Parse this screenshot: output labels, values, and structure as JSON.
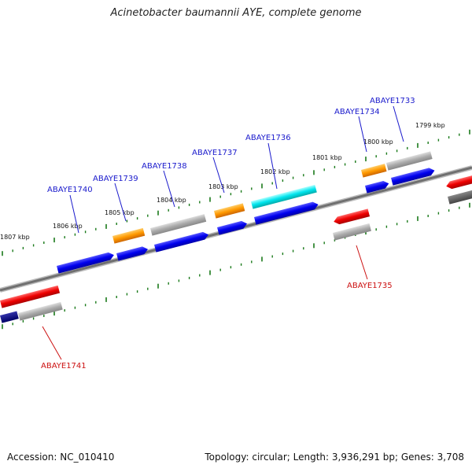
{
  "header": {
    "title": "Acinetobacter baumannii AYE, complete genome"
  },
  "footer": {
    "accession": "Accession: NC_010410",
    "topology": "Topology: circular; Length: 3,936,291 bp; Genes: 3,708"
  },
  "colors": {
    "backbone": "#808080",
    "tick": "#1a7a1a",
    "forward_gene": "#0000ee",
    "reverse_gene": "#ee0000",
    "rna": "#ff9900",
    "other_feature": "#aaaaaa",
    "highlight": "#00e5ee",
    "label_forward": "#1a1acc",
    "label_reverse": "#cc1111"
  },
  "scale_labels": [
    "1807 kbp",
    "1806 kbp",
    "1805 kbp",
    "1804 kbp",
    "1803 kbp",
    "1802 kbp",
    "1801 kbp",
    "1800 kbp",
    "1799 kbp"
  ],
  "gene_labels_forward": [
    "ABAYE1733",
    "ABAYE1734",
    "ABAYE1736",
    "ABAYE1737",
    "ABAYE1738",
    "ABAYE1739",
    "ABAYE1740"
  ],
  "gene_labels_reverse": [
    "ABAYE1735",
    "ABAYE1741"
  ]
}
